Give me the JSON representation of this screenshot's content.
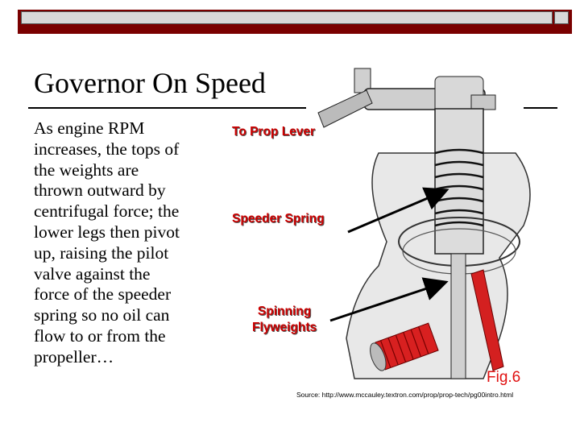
{
  "slide": {
    "title": "Governor On Speed",
    "body_lines": [
      "As engine RPM",
      "increases, the tops of",
      "the weights are",
      "thrown outward by",
      "centrifugal force; the",
      "lower legs then pivot",
      "up, raising the pilot",
      "valve against the",
      "force of the speeder",
      "spring so no oil can",
      "flow to or from the",
      "propeller…"
    ]
  },
  "diagram": {
    "labels": {
      "prop_lever": "To Prop Lever",
      "speeder_spring": "Speeder Spring",
      "flyweights_line1": "Spinning",
      "flyweights_line2": "Flyweights"
    },
    "figure_label": "Fig.6",
    "source": "Source: http://www.mccauley.textron.com/prop/prop-tech/pg00intro.html"
  },
  "colors": {
    "header_bar": "#7a0000",
    "label_red": "#cc0000",
    "figure_red": "#e01010"
  }
}
